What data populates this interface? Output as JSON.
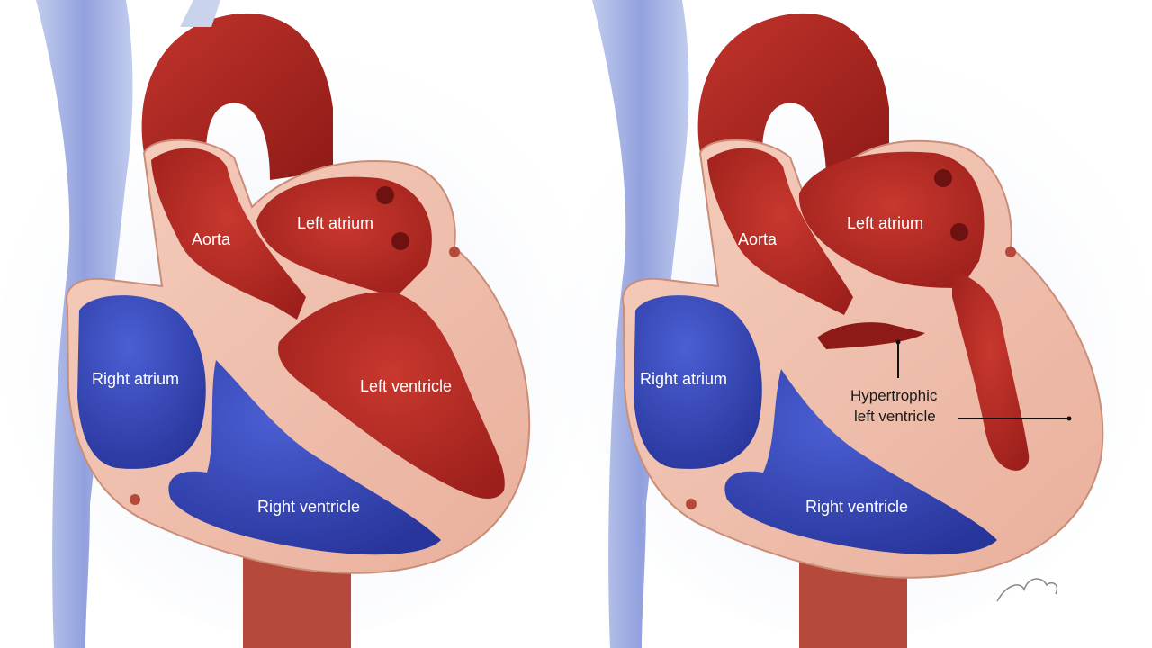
{
  "panels": [
    {
      "labels": {
        "aorta": "Aorta",
        "left_atrium": "Left atrium",
        "right_atrium": "Right atrium",
        "left_ventricle": "Left ventricle",
        "right_ventricle": "Right ventricle"
      }
    },
    {
      "labels": {
        "aorta": "Aorta",
        "left_atrium": "Left atrium",
        "right_atrium": "Right atrium",
        "right_ventricle": "Right ventricle",
        "hypertrophy_line1": "Hypertrophic",
        "hypertrophy_line2": "left ventricle"
      }
    }
  ],
  "colors": {
    "blood_red": "#b3231f",
    "blood_blue": "#3d4fc4",
    "muscle": "#f1c4b2",
    "vein_blue": "#c9d3ee"
  },
  "signature": "Rydberg"
}
